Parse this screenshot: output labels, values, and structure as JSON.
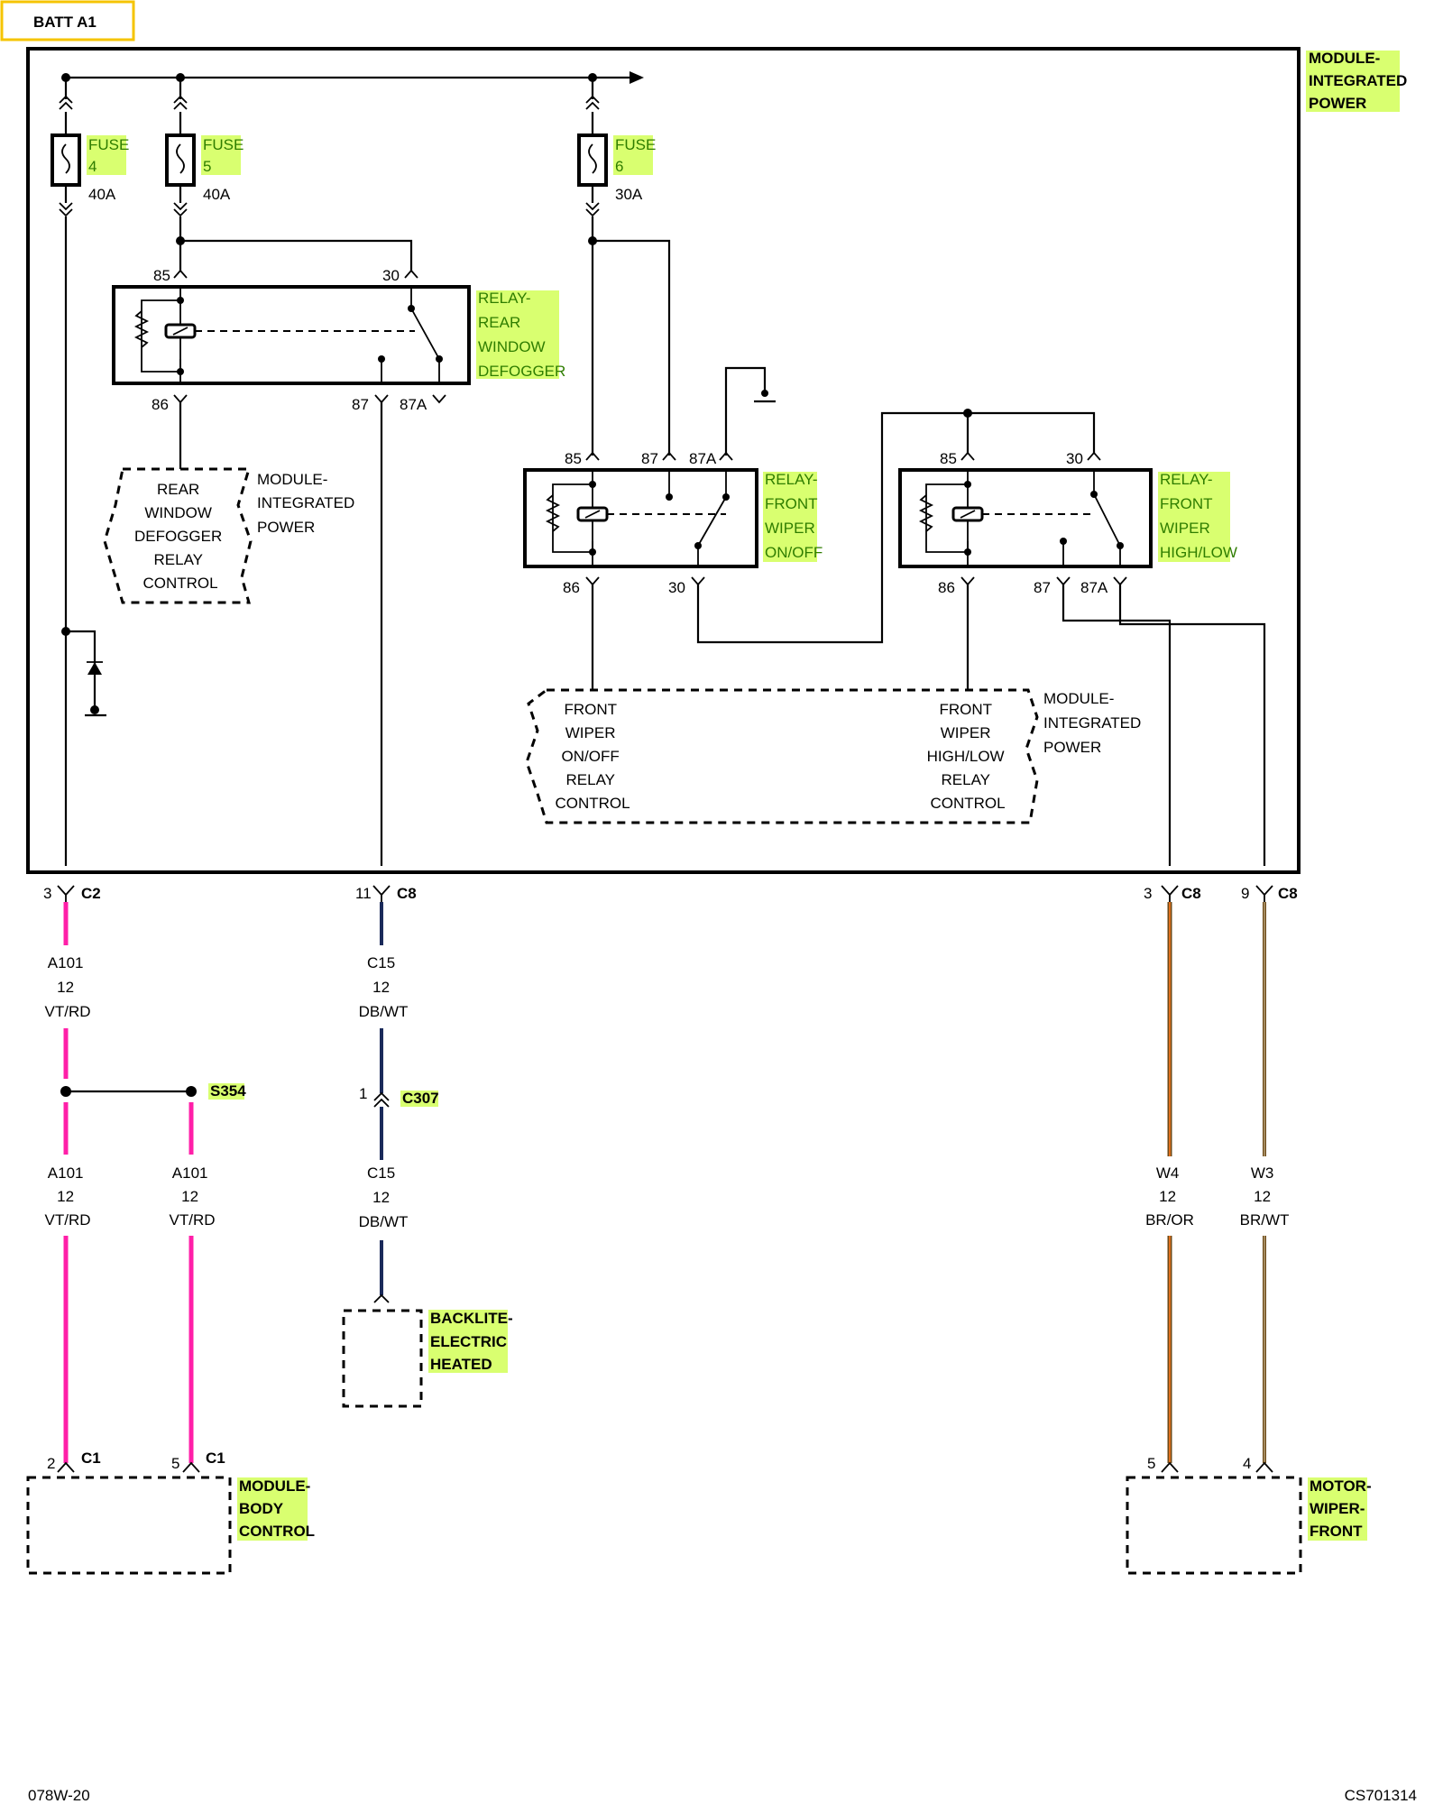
{
  "title": "BATT A1",
  "footer_left": "078W-20",
  "footer_right": "CS701314",
  "module_top": [
    "MODULE-",
    "INTEGRATED",
    "POWER"
  ],
  "fuses": [
    {
      "name": [
        "FUSE",
        "4"
      ],
      "rating": "40A"
    },
    {
      "name": [
        "FUSE",
        "5"
      ],
      "rating": "40A"
    },
    {
      "name": [
        "FUSE",
        "6"
      ],
      "rating": "30A"
    }
  ],
  "relay_rear": {
    "label": [
      "RELAY-",
      "REAR",
      "WINDOW",
      "DEFOGGER"
    ],
    "pins": {
      "p85": "85",
      "p30": "30",
      "p86": "86",
      "p87": "87",
      "p87a": "87A"
    }
  },
  "relay_onoff": {
    "label": [
      "RELAY-",
      "FRONT",
      "WIPER",
      "ON/OFF"
    ],
    "pins": {
      "p85": "85",
      "p87": "87",
      "p87a": "87A",
      "p86": "86",
      "p30": "30"
    }
  },
  "relay_hilo": {
    "label": [
      "RELAY-",
      "FRONT",
      "WIPER",
      "HIGH/LOW"
    ],
    "pins": {
      "p85": "85",
      "p30": "30",
      "p86": "86",
      "p87": "87",
      "p87a": "87A"
    }
  },
  "defogger_control": [
    "REAR",
    "WINDOW",
    "DEFOGGER",
    "RELAY",
    "CONTROL"
  ],
  "defogger_module": [
    "MODULE-",
    "INTEGRATED",
    "POWER"
  ],
  "wiper_onoff_control": [
    "FRONT",
    "WIPER",
    "ON/OFF",
    "RELAY",
    "CONTROL"
  ],
  "wiper_hilo_control": [
    "FRONT",
    "WIPER",
    "HIGH/LOW",
    "RELAY",
    "CONTROL"
  ],
  "wiper_module": [
    "MODULE-",
    "INTEGRATED",
    "POWER"
  ],
  "connectors": {
    "c2": {
      "pin": "3",
      "name": "C2"
    },
    "c8_11": {
      "pin": "11",
      "name": "C8"
    },
    "c8_3": {
      "pin": "3",
      "name": "C8"
    },
    "c8_9": {
      "pin": "9",
      "name": "C8"
    },
    "c307": {
      "pin": "1",
      "name": "C307"
    },
    "c1_2": {
      "pin": "2",
      "name": "C1"
    },
    "c1_5": {
      "pin": "5",
      "name": "C1"
    },
    "motor_5": {
      "pin": "5"
    },
    "motor_4": {
      "pin": "4"
    }
  },
  "splice": "S354",
  "wires": {
    "a101_top": [
      "A101",
      "12",
      "VT/RD"
    ],
    "a101_left": [
      "A101",
      "12",
      "VT/RD"
    ],
    "a101_right": [
      "A101",
      "12",
      "VT/RD"
    ],
    "c15_top": [
      "C15",
      "12",
      "DB/WT"
    ],
    "c15_bottom": [
      "C15",
      "12",
      "DB/WT"
    ],
    "w4": [
      "W4",
      "12",
      "BR/OR"
    ],
    "w3": [
      "W3",
      "12",
      "BR/WT"
    ]
  },
  "backlite": [
    "BACKLITE-",
    "ELECTRIC",
    "HEATED"
  ],
  "body_control": [
    "MODULE-",
    "BODY",
    "CONTROL"
  ],
  "motor": [
    "MOTOR-",
    "WIPER-",
    "FRONT"
  ],
  "colors": {
    "vt_rd": "#ff1fa8",
    "br_or": "#e0701c",
    "br_wt": "#6b4a1a",
    "db_wt": "#1a2a5a",
    "highlight": "#d9ff70"
  }
}
